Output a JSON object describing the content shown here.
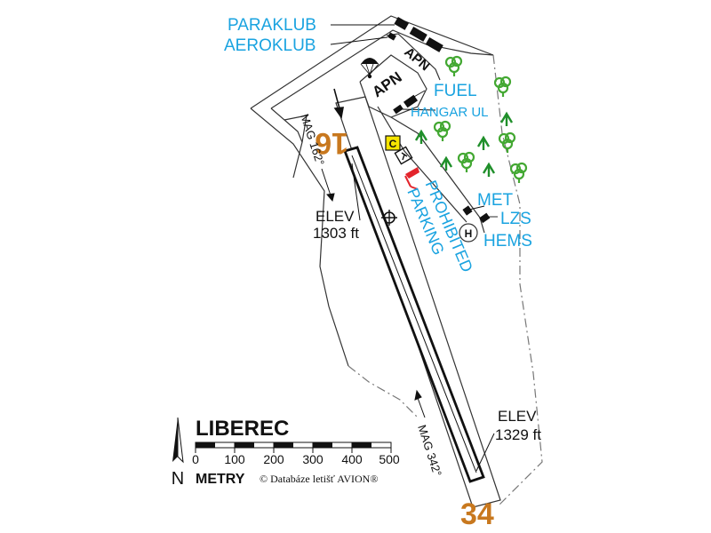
{
  "airport": {
    "name": "LIBEREC",
    "scale_unit": "METRY",
    "copyright": "© Databáze letišť AVION®",
    "north": "N",
    "scale_ticks": [
      "0",
      "100",
      "200",
      "300",
      "400",
      "500"
    ]
  },
  "runway": {
    "north_designator": "16",
    "south_designator": "34",
    "north_heading": "MAG 162°",
    "south_heading": "MAG 342°",
    "north_elev_label": "ELEV",
    "north_elev_value": "1303 ft",
    "south_elev_label": "ELEV",
    "south_elev_value": "1329 ft"
  },
  "labels": {
    "paraklub": "PARAKLUB",
    "aeroklub": "AEROKLUB",
    "apn_top": "APN",
    "apn_main": "APN",
    "fuel": "FUEL",
    "hangar": "HANGAR UL",
    "met": "MET",
    "lzs": "LZS",
    "hems": "HEMS",
    "parking_line1": "PARKING",
    "parking_line2": "PROHIBITED",
    "c_marker": "C",
    "heliport": "H"
  },
  "colors": {
    "label_blue": "#1aa3e0",
    "runway_number": "#c8781e",
    "tree_green": "#43a832",
    "windsock_red": "#e3242b",
    "c_marker_yellow": "#f5e400"
  },
  "icons": [
    "parachute-icon",
    "windsock-icon",
    "heliport-icon",
    "signal-area-icon",
    "tree-icon",
    "north-arrow-icon",
    "arp-icon"
  ]
}
